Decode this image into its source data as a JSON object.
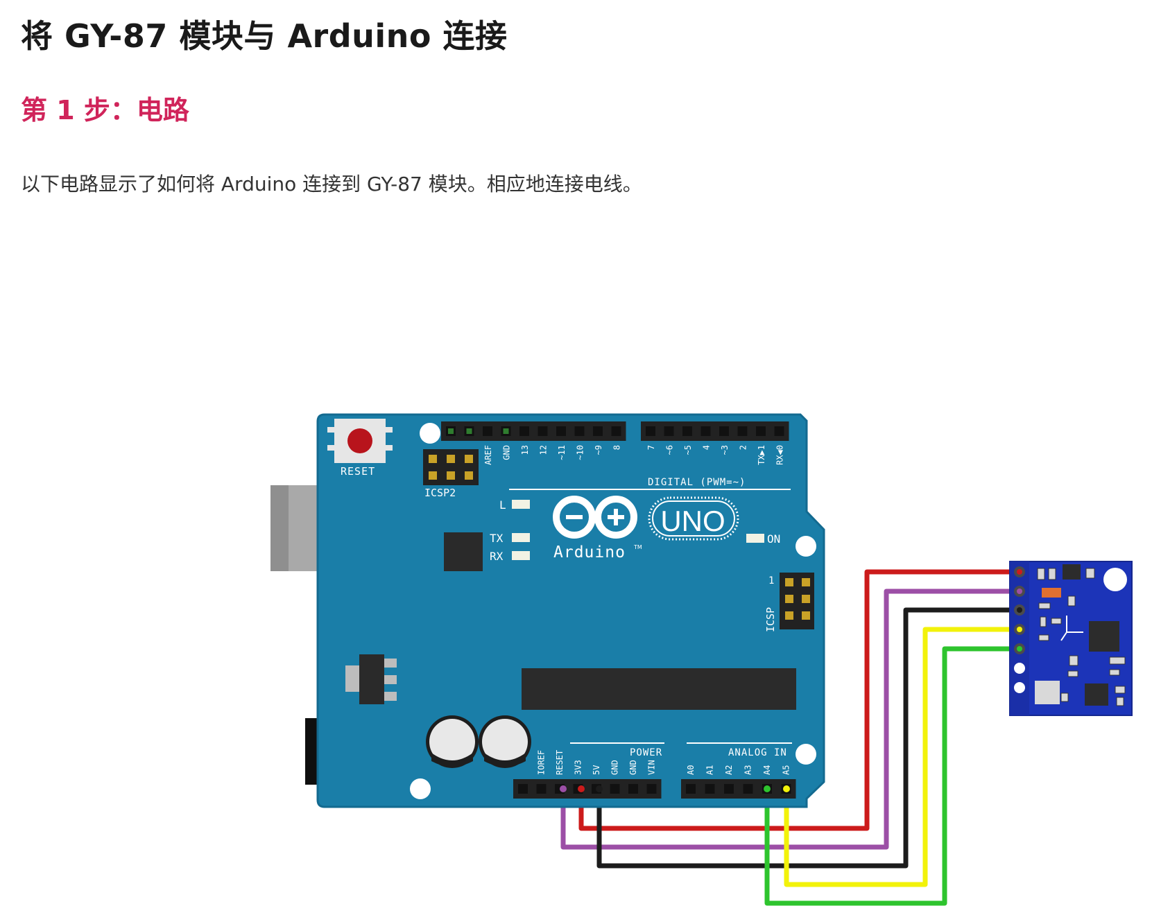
{
  "article": {
    "title": "将 GY-87 模块与 Arduino 连接",
    "step_heading": "第 1 步：电路",
    "intro": "以下电路显示了如何将 Arduino 连接到 GY-87 模块。相应地连接电线。"
  },
  "board": {
    "reset_label": "RESET",
    "icsp2_label": "ICSP2",
    "icsp_label": "ICSP",
    "icsp_pin1": "1",
    "led_l": "L",
    "led_tx": "TX",
    "led_rx": "RX",
    "led_on": "ON",
    "uno_label": "UNO",
    "arduino_label": "Arduino",
    "trademark": "TM",
    "digital_label": "DIGITAL (PWM=~)",
    "power_label": "POWER",
    "analog_label": "ANALOG IN",
    "digital_pins": [
      "AREF",
      "GND",
      "13",
      "12",
      "~11",
      "~10",
      "~9",
      "8",
      "7",
      "~6",
      "~5",
      "4",
      "~3",
      "2",
      "TX▶1",
      "RX◀0"
    ],
    "power_pins": [
      "IOREF",
      "RESET",
      "3V3",
      "5V",
      "GND",
      "GND",
      "VIN"
    ],
    "analog_pins": [
      "A0",
      "A1",
      "A2",
      "A3",
      "A4",
      "A5"
    ]
  },
  "colors": {
    "board": "#1a7ea8",
    "board_edge": "#136a90",
    "accent": "#d0245a",
    "wire_red": "#cc1b1b",
    "wire_purple": "#9c4fa6",
    "wire_black": "#1c1c1c",
    "wire_yellow": "#f2f20a",
    "wire_green": "#2ec42e",
    "module": "#1c34b8"
  }
}
